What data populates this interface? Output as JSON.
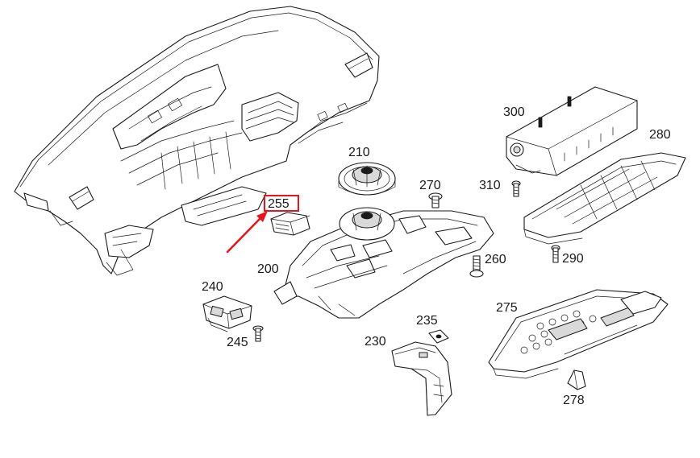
{
  "diagram": {
    "highlight_color": "#e8141c",
    "highlighted_part": "255",
    "labels": {
      "p200": "200",
      "p210": "210",
      "p230": "230",
      "p235": "235",
      "p240": "240",
      "p245": "245",
      "p255": "255",
      "p260": "260",
      "p270": "270",
      "p275": "275",
      "p278": "278",
      "p280": "280",
      "p290": "290",
      "p300": "300",
      "p310": "310"
    }
  }
}
